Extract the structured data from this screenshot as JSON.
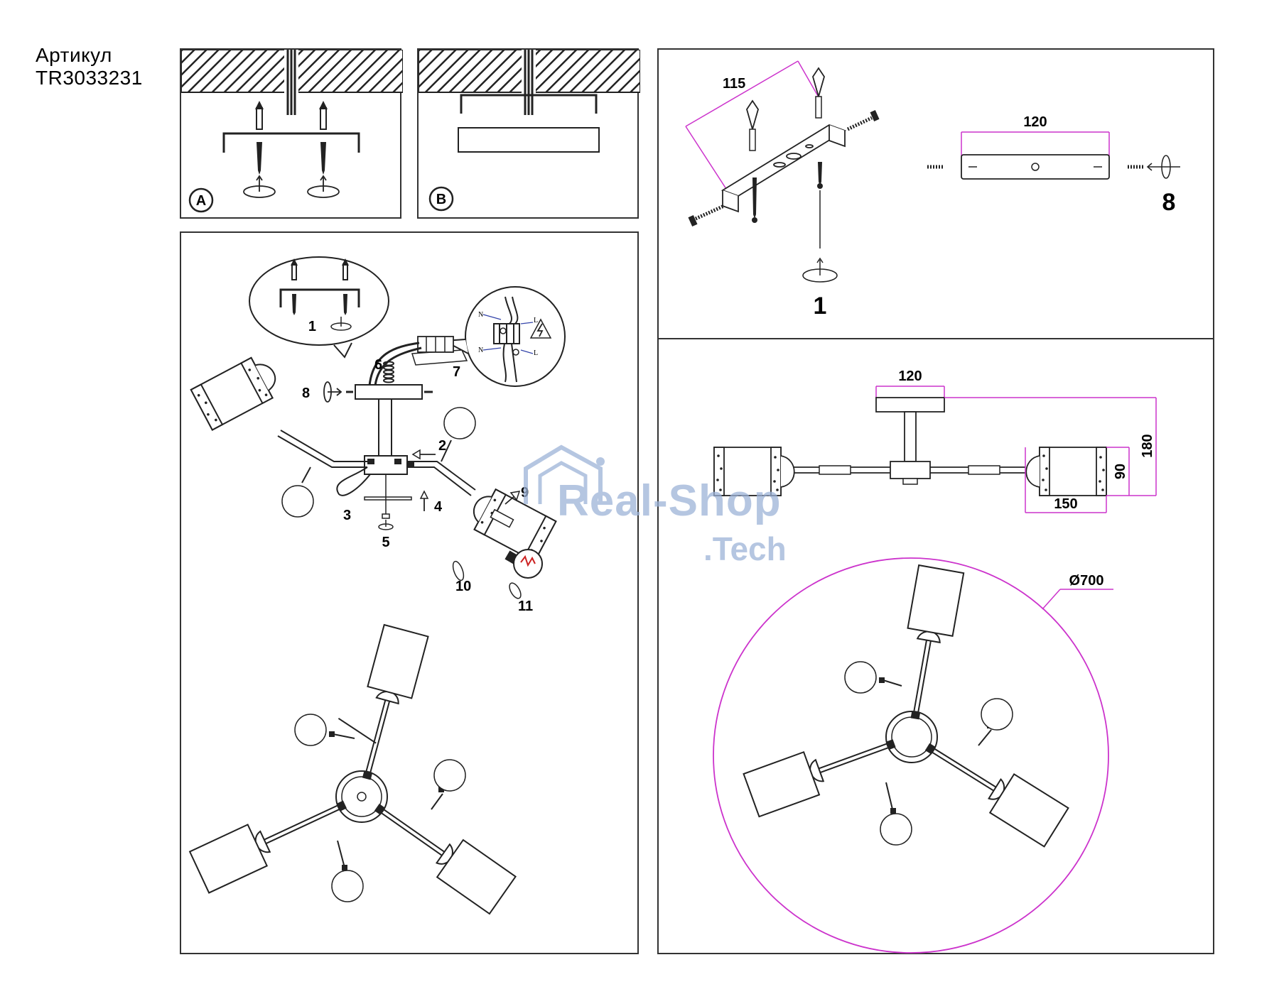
{
  "article": {
    "label": "Артикул",
    "code": "TR3033231"
  },
  "step_a": "A",
  "step_b": "B",
  "assembly_steps": [
    "1",
    "2",
    "3",
    "4",
    "5",
    "6",
    "7",
    "8",
    "9",
    "10",
    "11"
  ],
  "wiring": {
    "neutral": "N",
    "live": "L"
  },
  "mount": {
    "width": "115",
    "length": "120",
    "step_screw": "1",
    "step_bolt": "8"
  },
  "dimensions": {
    "base": "120",
    "height": "180",
    "shade_height": "90",
    "shade_length": "150",
    "diameter": "Ø700"
  },
  "watermark": {
    "line1": "Real-Shop",
    "line2": ".Tech"
  },
  "colors": {
    "dimension": "#cc33cc",
    "stroke": "#222222",
    "watermark": "#9db3d8"
  }
}
